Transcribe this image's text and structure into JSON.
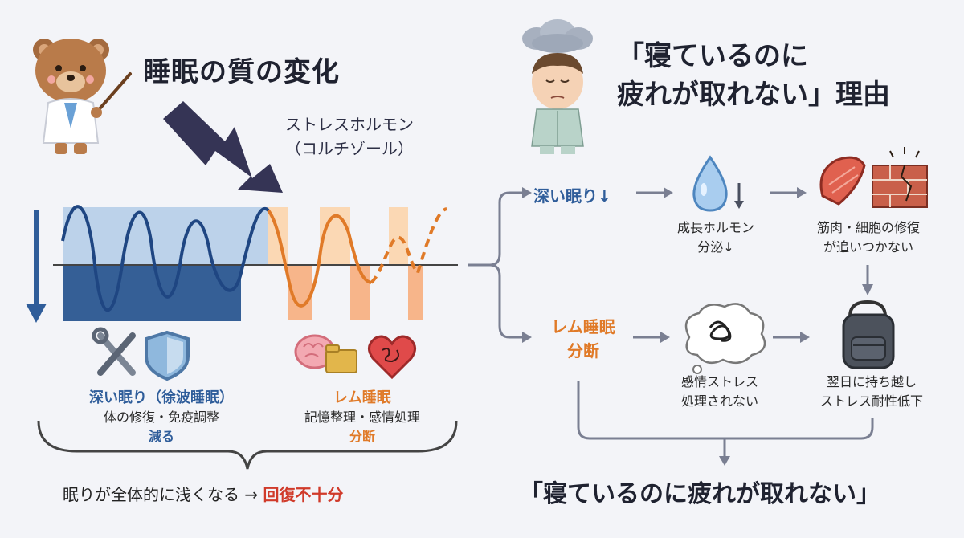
{
  "left_title": "睡眠の質の変化",
  "right_title": [
    "「寝ているのに",
    "疲れが取れない」理由"
  ],
  "stress_hormone": [
    "ストレスホルモン",
    "（コルチゾール）"
  ],
  "deep_sleep": {
    "title": "深い眠り（徐波睡眠）",
    "role": "体の修復・免疫調整",
    "status": "減る"
  },
  "rem_sleep": {
    "title": "レム睡眠",
    "role": "記憶整理・感情処理",
    "status": "分断"
  },
  "summary": {
    "text": "眠りが全体的に浅くなる →",
    "result": "回復不十分"
  },
  "flow": {
    "deep": "深い眠り↓",
    "rem": [
      "レム睡眠",
      "分断"
    ],
    "growth_hormone": [
      "成長ホルモン",
      "分泌↓"
    ],
    "repair": [
      "筋肉・細胞の修復",
      "が追いつかない"
    ],
    "emotion": [
      "感情ストレス",
      "処理されない"
    ],
    "next_day": [
      "翌日に持ち越し",
      "ストレス耐性低下"
    ]
  },
  "conclusion": "「寝ているのに疲れが取れない」",
  "colors": {
    "deep_blue": "#2f5d9a",
    "rem_orange": "#e07a28",
    "arrow_dark": "#353455",
    "result_red": "#d03a2a"
  }
}
